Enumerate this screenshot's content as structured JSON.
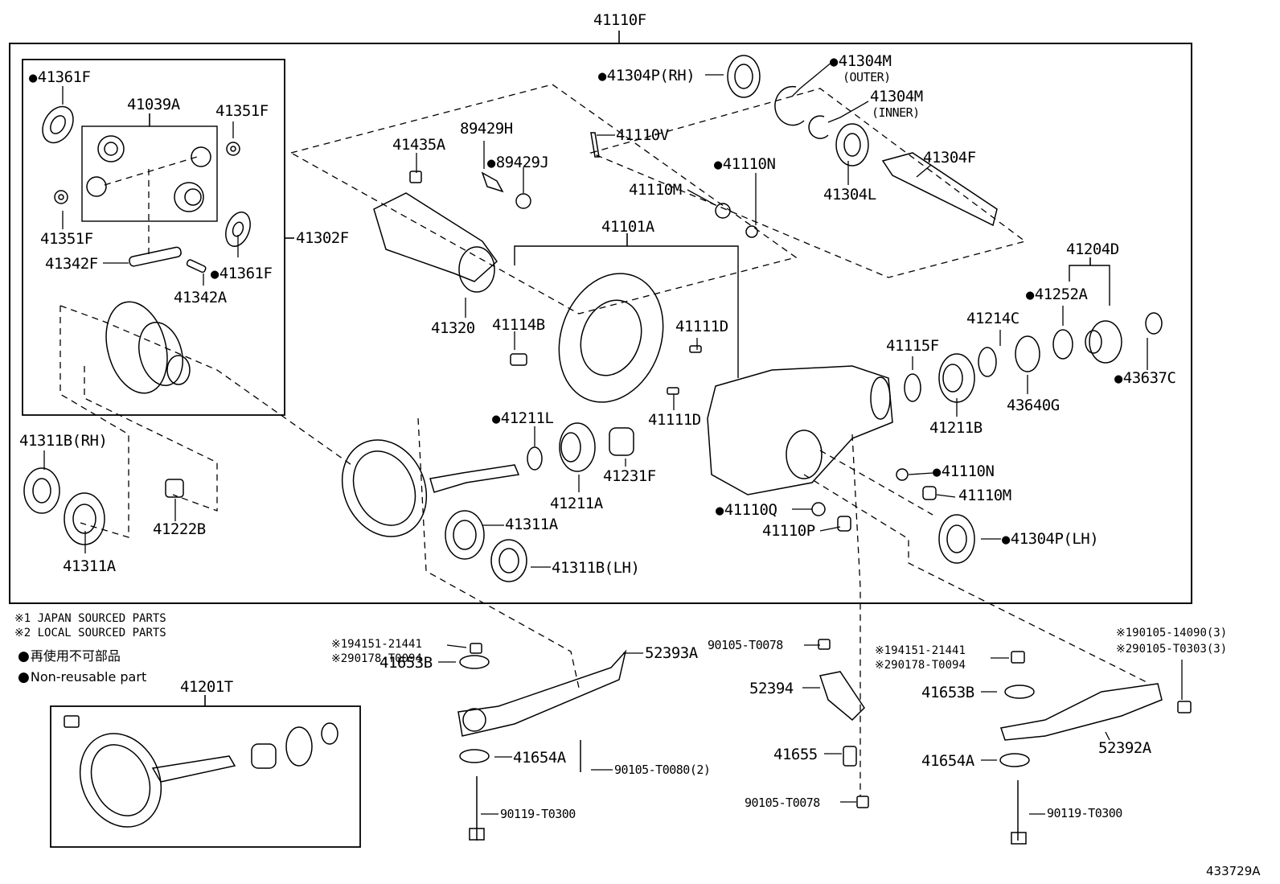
{
  "header": {
    "assembly_code": "41110F"
  },
  "legend": {
    "note1": "※1 JAPAN SOURCED PARTS",
    "note2": "※2 LOCAL SOURCED PARTS",
    "jp_text": "再使用不可部品",
    "en_text": "Non-reusable part"
  },
  "labels": {
    "p41361F_a": "41361F",
    "p41039A": "41039A",
    "p41351F_a": "41351F",
    "p41351F_b": "41351F",
    "p41342F": "41342F",
    "p41361F_b": "41361F",
    "p41342A": "41342A",
    "p41302F": "41302F",
    "p41435A": "41435A",
    "p89429H": "89429H",
    "p89429J": "89429J",
    "p41110V": "41110V",
    "p41304P_RH": "41304P(RH)",
    "p41304M_outer": "41304M",
    "p_outer": "(OUTER)",
    "p41304M_inner": "41304M",
    "p_inner": "(INNER)",
    "p41110N_a": "41110N",
    "p41110M_a": "41110M",
    "p41304F": "41304F",
    "p41304L": "41304L",
    "p41101A": "41101A",
    "p41320": "41320",
    "p41114B": "41114B",
    "p41111D_a": "41111D",
    "p41111D_b": "41111D",
    "p41204D": "41204D",
    "p41252A": "41252A",
    "p41214C": "41214C",
    "p41115F": "41115F",
    "p43637C": "43637C",
    "p41211B": "41211B",
    "p43640G": "43640G",
    "p41211L": "41211L",
    "p41231F": "41231F",
    "p41211A": "41211A",
    "p41311B_RH": "41311B(RH)",
    "p41222B": "41222B",
    "p41311A_a": "41311A",
    "p41311A_b": "41311A",
    "p41311B_LH": "41311B(LH)",
    "p41110N_b": "41110N",
    "p41110M_b": "41110M",
    "p41110Q": "41110Q",
    "p41110P": "41110P",
    "p41304P_LH": "41304P(LH)",
    "p41201T": "41201T",
    "p194151_a": "※194151-21441",
    "p290178_a": "※290178-T0094",
    "p41653B_a": "41653B",
    "p52393A": "52393A",
    "p41654A_a": "41654A",
    "p90105_T0080": "90105-T0080(2)",
    "p90119_a": "90119-T0300",
    "p90105_T0078_a": "90105-T0078",
    "p52394": "52394",
    "p41655": "41655",
    "p90105_T0078_b": "90105-T0078",
    "p194151_b": "※194151-21441",
    "p290178_b": "※290178-T0094",
    "p41653B_b": "41653B",
    "p41654A_b": "41654A",
    "p190105": "※190105-14090(3)",
    "p290105": "※290105-T0303(3)",
    "p52392A": "52392A",
    "p90119_b": "90119-T0300"
  },
  "footer": {
    "ref_code": "433729A"
  }
}
